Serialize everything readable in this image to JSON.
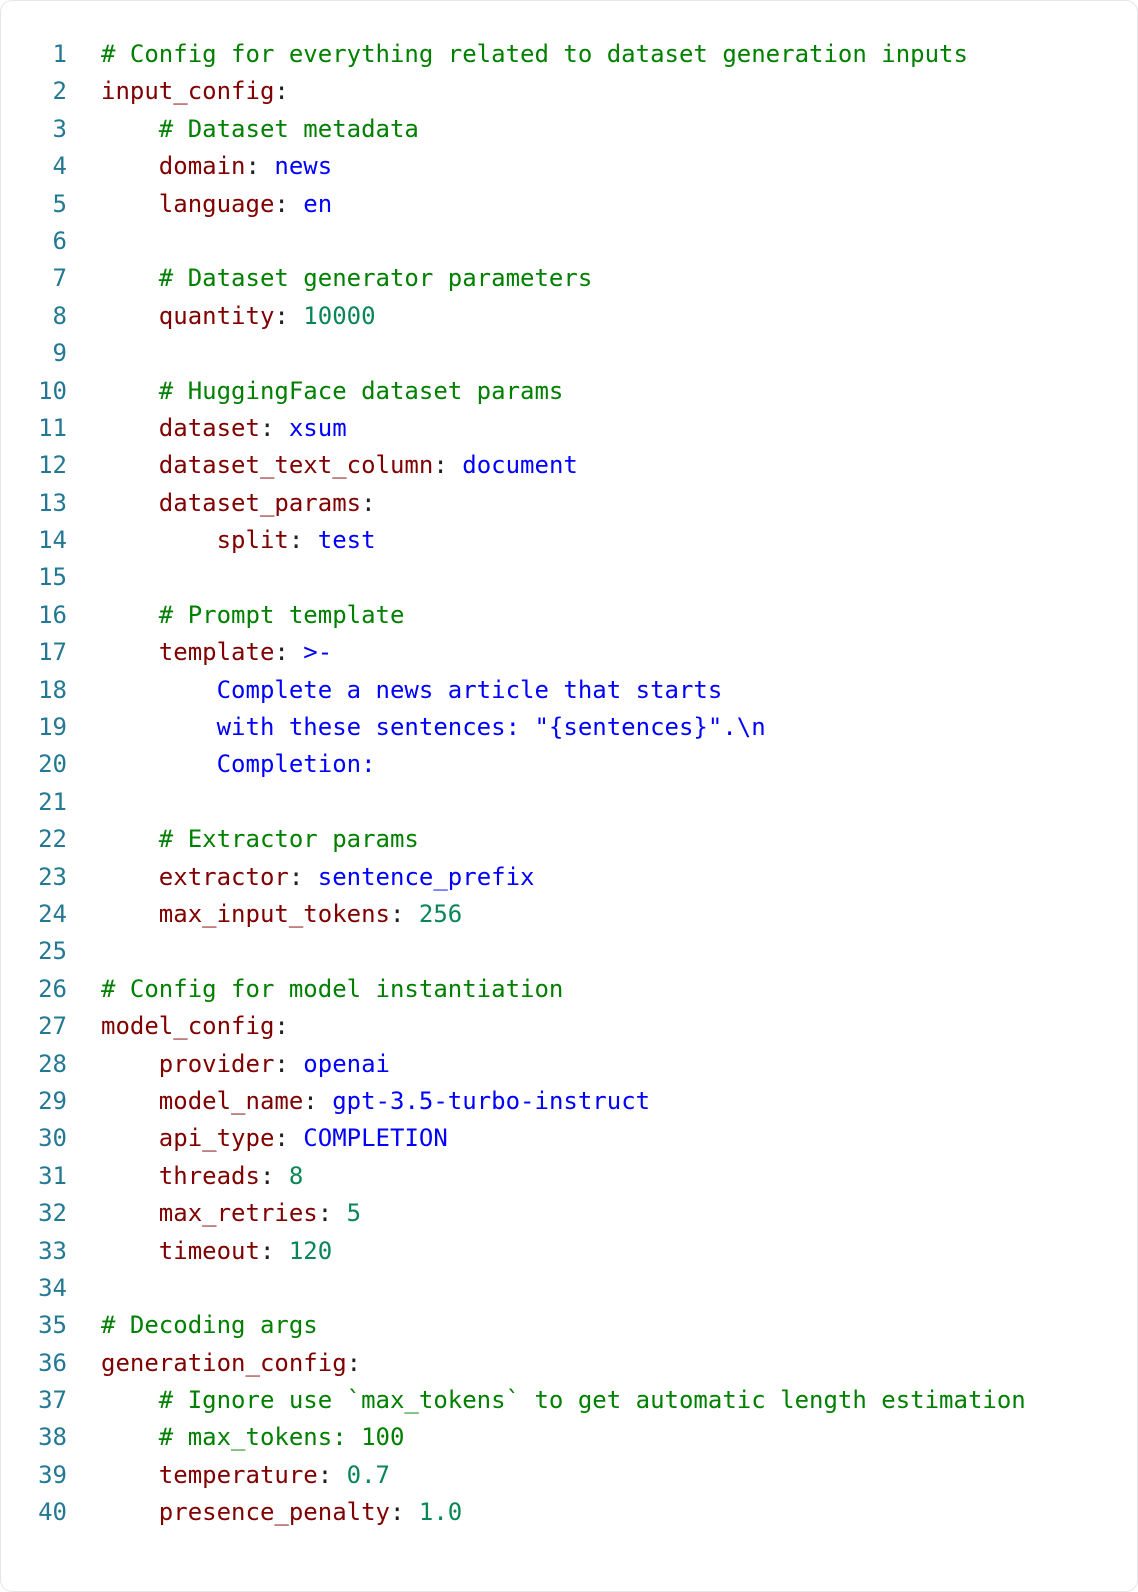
{
  "editor": {
    "language": "yaml",
    "colors": {
      "background": "#ffffff",
      "line_number": "#237893",
      "comment": "#008000",
      "key": "#800000",
      "string": "#0000ff",
      "number": "#098658",
      "punctuation": "#1f1f1f",
      "border": "#e4e6ea"
    },
    "lines": [
      {
        "n": "1",
        "tokens": [
          {
            "t": "comment",
            "v": "# Config for everything related to dataset generation inputs"
          }
        ]
      },
      {
        "n": "2",
        "tokens": [
          {
            "t": "key",
            "v": "input_config"
          },
          {
            "t": "punct",
            "v": ":"
          }
        ]
      },
      {
        "n": "3",
        "tokens": [
          {
            "t": "plain",
            "v": "    "
          },
          {
            "t": "comment",
            "v": "# Dataset metadata"
          }
        ]
      },
      {
        "n": "4",
        "tokens": [
          {
            "t": "plain",
            "v": "    "
          },
          {
            "t": "key",
            "v": "domain"
          },
          {
            "t": "punct",
            "v": ": "
          },
          {
            "t": "string",
            "v": "news"
          }
        ]
      },
      {
        "n": "5",
        "tokens": [
          {
            "t": "plain",
            "v": "    "
          },
          {
            "t": "key",
            "v": "language"
          },
          {
            "t": "punct",
            "v": ": "
          },
          {
            "t": "string",
            "v": "en"
          }
        ]
      },
      {
        "n": "6",
        "tokens": []
      },
      {
        "n": "7",
        "tokens": [
          {
            "t": "plain",
            "v": "    "
          },
          {
            "t": "comment",
            "v": "# Dataset generator parameters"
          }
        ]
      },
      {
        "n": "8",
        "tokens": [
          {
            "t": "plain",
            "v": "    "
          },
          {
            "t": "key",
            "v": "quantity"
          },
          {
            "t": "punct",
            "v": ": "
          },
          {
            "t": "number",
            "v": "10000"
          }
        ]
      },
      {
        "n": "9",
        "tokens": []
      },
      {
        "n": "10",
        "tokens": [
          {
            "t": "plain",
            "v": "    "
          },
          {
            "t": "comment",
            "v": "# HuggingFace dataset params"
          }
        ]
      },
      {
        "n": "11",
        "tokens": [
          {
            "t": "plain",
            "v": "    "
          },
          {
            "t": "key",
            "v": "dataset"
          },
          {
            "t": "punct",
            "v": ": "
          },
          {
            "t": "string",
            "v": "xsum"
          }
        ]
      },
      {
        "n": "12",
        "tokens": [
          {
            "t": "plain",
            "v": "    "
          },
          {
            "t": "key",
            "v": "dataset_text_column"
          },
          {
            "t": "punct",
            "v": ": "
          },
          {
            "t": "string",
            "v": "document"
          }
        ]
      },
      {
        "n": "13",
        "tokens": [
          {
            "t": "plain",
            "v": "    "
          },
          {
            "t": "key",
            "v": "dataset_params"
          },
          {
            "t": "punct",
            "v": ":"
          }
        ]
      },
      {
        "n": "14",
        "tokens": [
          {
            "t": "plain",
            "v": "        "
          },
          {
            "t": "key",
            "v": "split"
          },
          {
            "t": "punct",
            "v": ": "
          },
          {
            "t": "string",
            "v": "test"
          }
        ]
      },
      {
        "n": "15",
        "tokens": []
      },
      {
        "n": "16",
        "tokens": [
          {
            "t": "plain",
            "v": "    "
          },
          {
            "t": "comment",
            "v": "# Prompt template"
          }
        ]
      },
      {
        "n": "17",
        "tokens": [
          {
            "t": "plain",
            "v": "    "
          },
          {
            "t": "key",
            "v": "template"
          },
          {
            "t": "punct",
            "v": ": "
          },
          {
            "t": "string",
            "v": ">-"
          }
        ]
      },
      {
        "n": "18",
        "tokens": [
          {
            "t": "plain",
            "v": "        "
          },
          {
            "t": "string",
            "v": "Complete a news article that starts"
          }
        ]
      },
      {
        "n": "19",
        "tokens": [
          {
            "t": "plain",
            "v": "        "
          },
          {
            "t": "string",
            "v": "with these sentences: \"{sentences}\".\\n"
          }
        ]
      },
      {
        "n": "20",
        "tokens": [
          {
            "t": "plain",
            "v": "        "
          },
          {
            "t": "string",
            "v": "Completion:"
          }
        ]
      },
      {
        "n": "21",
        "tokens": []
      },
      {
        "n": "22",
        "tokens": [
          {
            "t": "plain",
            "v": "    "
          },
          {
            "t": "comment",
            "v": "# Extractor params"
          }
        ]
      },
      {
        "n": "23",
        "tokens": [
          {
            "t": "plain",
            "v": "    "
          },
          {
            "t": "key",
            "v": "extractor"
          },
          {
            "t": "punct",
            "v": ": "
          },
          {
            "t": "string",
            "v": "sentence_prefix"
          }
        ]
      },
      {
        "n": "24",
        "tokens": [
          {
            "t": "plain",
            "v": "    "
          },
          {
            "t": "key",
            "v": "max_input_tokens"
          },
          {
            "t": "punct",
            "v": ": "
          },
          {
            "t": "number",
            "v": "256"
          }
        ]
      },
      {
        "n": "25",
        "tokens": []
      },
      {
        "n": "26",
        "tokens": [
          {
            "t": "comment",
            "v": "# Config for model instantiation"
          }
        ]
      },
      {
        "n": "27",
        "tokens": [
          {
            "t": "key",
            "v": "model_config"
          },
          {
            "t": "punct",
            "v": ":"
          }
        ]
      },
      {
        "n": "28",
        "tokens": [
          {
            "t": "plain",
            "v": "    "
          },
          {
            "t": "key",
            "v": "provider"
          },
          {
            "t": "punct",
            "v": ": "
          },
          {
            "t": "string",
            "v": "openai"
          }
        ]
      },
      {
        "n": "29",
        "tokens": [
          {
            "t": "plain",
            "v": "    "
          },
          {
            "t": "key",
            "v": "model_name"
          },
          {
            "t": "punct",
            "v": ": "
          },
          {
            "t": "string",
            "v": "gpt-3.5-turbo-instruct"
          }
        ]
      },
      {
        "n": "30",
        "tokens": [
          {
            "t": "plain",
            "v": "    "
          },
          {
            "t": "key",
            "v": "api_type"
          },
          {
            "t": "punct",
            "v": ": "
          },
          {
            "t": "string",
            "v": "COMPLETION"
          }
        ]
      },
      {
        "n": "31",
        "tokens": [
          {
            "t": "plain",
            "v": "    "
          },
          {
            "t": "key",
            "v": "threads"
          },
          {
            "t": "punct",
            "v": ": "
          },
          {
            "t": "number",
            "v": "8"
          }
        ]
      },
      {
        "n": "32",
        "tokens": [
          {
            "t": "plain",
            "v": "    "
          },
          {
            "t": "key",
            "v": "max_retries"
          },
          {
            "t": "punct",
            "v": ": "
          },
          {
            "t": "number",
            "v": "5"
          }
        ]
      },
      {
        "n": "33",
        "tokens": [
          {
            "t": "plain",
            "v": "    "
          },
          {
            "t": "key",
            "v": "timeout"
          },
          {
            "t": "punct",
            "v": ": "
          },
          {
            "t": "number",
            "v": "120"
          }
        ]
      },
      {
        "n": "34",
        "tokens": []
      },
      {
        "n": "35",
        "tokens": [
          {
            "t": "comment",
            "v": "# Decoding args"
          }
        ]
      },
      {
        "n": "36",
        "tokens": [
          {
            "t": "key",
            "v": "generation_config"
          },
          {
            "t": "punct",
            "v": ":"
          }
        ]
      },
      {
        "n": "37",
        "tokens": [
          {
            "t": "plain",
            "v": "    "
          },
          {
            "t": "comment",
            "v": "# Ignore use `max_tokens` to get automatic length estimation"
          }
        ]
      },
      {
        "n": "38",
        "tokens": [
          {
            "t": "plain",
            "v": "    "
          },
          {
            "t": "comment",
            "v": "# max_tokens: 100"
          }
        ]
      },
      {
        "n": "39",
        "tokens": [
          {
            "t": "plain",
            "v": "    "
          },
          {
            "t": "key",
            "v": "temperature"
          },
          {
            "t": "punct",
            "v": ": "
          },
          {
            "t": "number",
            "v": "0.7"
          }
        ]
      },
      {
        "n": "40",
        "tokens": [
          {
            "t": "plain",
            "v": "    "
          },
          {
            "t": "key",
            "v": "presence_penalty"
          },
          {
            "t": "punct",
            "v": ": "
          },
          {
            "t": "number",
            "v": "1.0"
          }
        ]
      }
    ]
  }
}
